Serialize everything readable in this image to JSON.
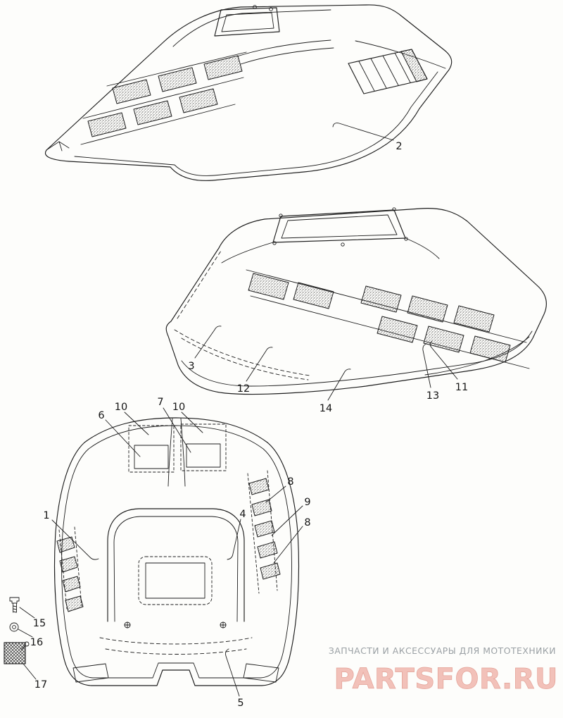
{
  "diagram": {
    "type": "exploded-parts-diagram",
    "callouts": {
      "c1": "1",
      "c2": "2",
      "c3": "3",
      "c4": "4",
      "c5": "5",
      "c6": "6",
      "c7": "7",
      "c8a": "8",
      "c8b": "8",
      "c9": "9",
      "c10a": "10",
      "c10b": "10",
      "c11": "11",
      "c12": "12",
      "c13": "13",
      "c14": "14",
      "c15": "15",
      "c16": "16",
      "c17": "17"
    }
  },
  "watermark": {
    "tagline": "ЗАПЧАСТИ И АКСЕССУАРЫ ДЛЯ МОТОТЕХНИКИ",
    "logo": "PARTSFOR.RU",
    "tagline_color": "#9aa0a4",
    "logo_color": "#f0b3a9"
  },
  "colors": {
    "ink": "#1c1c1c",
    "background": "#fdfdfb"
  }
}
